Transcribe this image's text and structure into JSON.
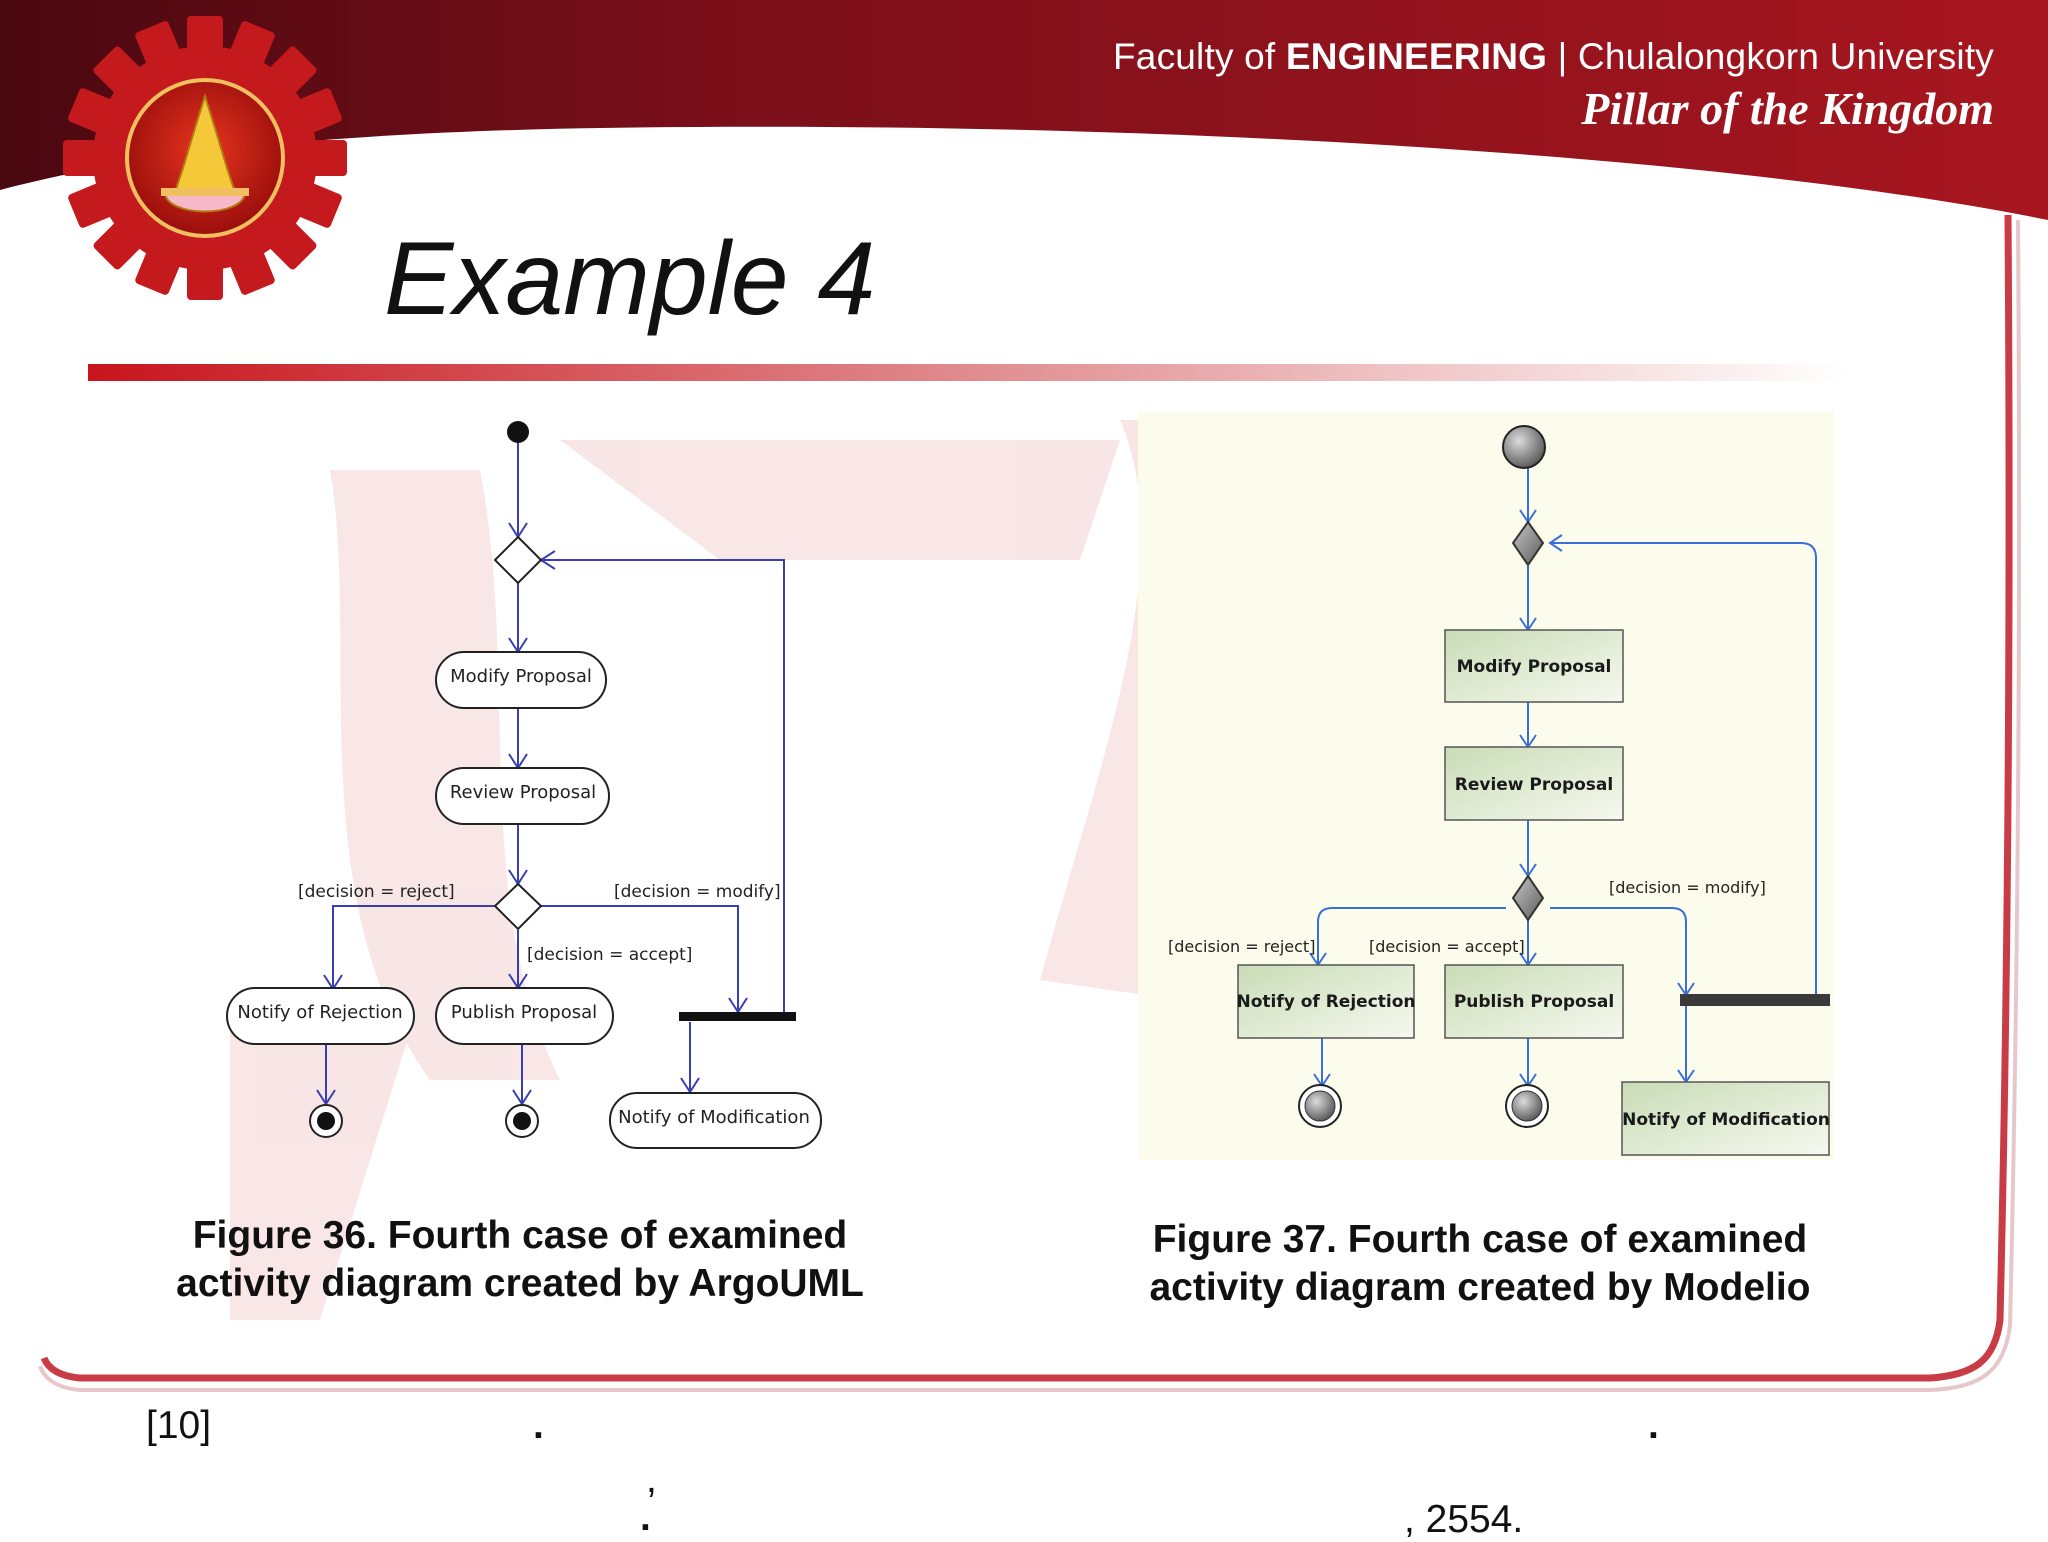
{
  "header": {
    "faculty_prefix": "Faculty of ",
    "faculty_name": "ENGINEERING",
    "university": " | Chulalongkorn University",
    "motto": "Pillar of the Kingdom"
  },
  "slide": {
    "title": "Example 4"
  },
  "figure_left": {
    "caption_line1": "Figure 36. Fourth case of examined",
    "caption_line2": "activity diagram created by ArgoUML",
    "nodes": {
      "modify": "Modify Proposal",
      "review": "Review Proposal",
      "reject": "Notify of Rejection",
      "publish": "Publish Proposal",
      "modification": "Notify of Modification"
    },
    "guards": {
      "reject": "[decision = reject]",
      "modify": "[decision = modify]",
      "accept": "[decision = accept]"
    }
  },
  "figure_right": {
    "caption_line1": "Figure 37. Fourth case of examined",
    "caption_line2": "activity diagram created by Modelio",
    "nodes": {
      "modify": "Modify Proposal",
      "review": "Review Proposal",
      "reject": "Notify of Rejection",
      "publish": "Publish Proposal",
      "modification": "Notify of Modification"
    },
    "guards": {
      "reject": "[decision = reject]",
      "modify": "[decision = modify]",
      "accept": "[decision = accept]"
    }
  },
  "reference": {
    "number": "[10]",
    "dot": ".",
    "comma": ",",
    "year": ", 2554."
  },
  "colors": {
    "brand_red": "#9e1b22",
    "dark_red": "#5c0b14",
    "flow_blue": "#3a3fb0",
    "modelio_fill": "#fcfced"
  }
}
